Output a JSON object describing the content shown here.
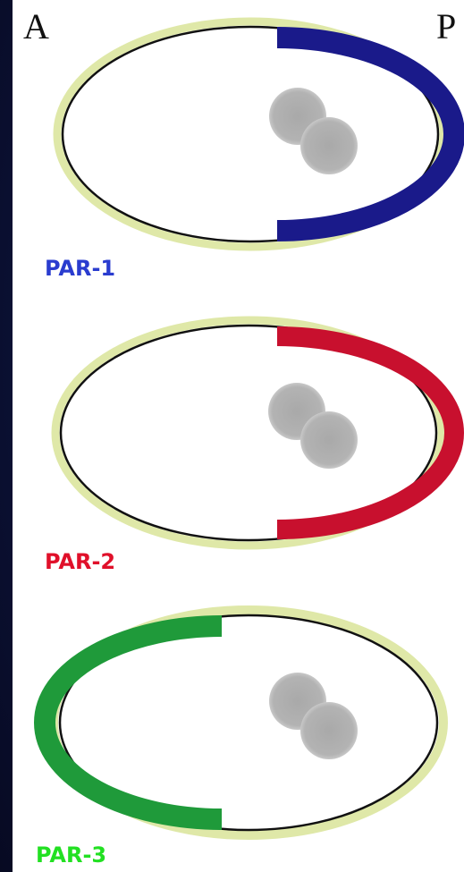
{
  "axis": {
    "anterior": "A",
    "posterior": "P"
  },
  "colors": {
    "par1": "#1a1a8a",
    "par2": "#c8102e",
    "par3": "#1f9a3a",
    "membrane": "#111111",
    "halo": "#dfe8a8",
    "nucleus": "#b0b0b0",
    "background": "#0a0f2e"
  },
  "cells": [
    {
      "label": "PAR-1",
      "domain": "posterior",
      "color_key": "par1"
    },
    {
      "label": "PAR-2",
      "domain": "posterior",
      "color_key": "par2"
    },
    {
      "label": "PAR-3",
      "domain": "anterior",
      "color_key": "par3"
    }
  ]
}
